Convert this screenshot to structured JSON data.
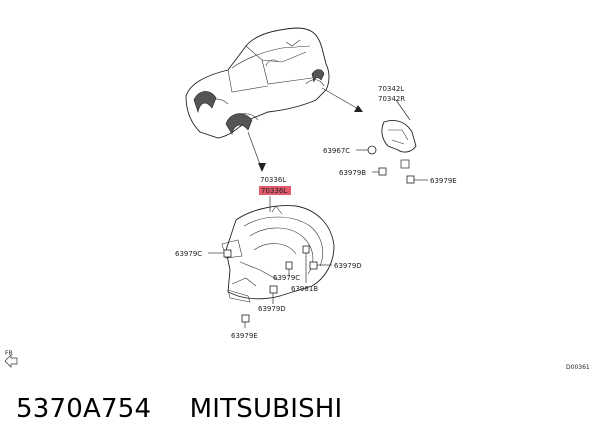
{
  "callouts": {
    "c70342L": "70342L",
    "c70342R": "70342R",
    "c63967C": "63967C",
    "c63979B": "63979B",
    "c63979E_r": "63979E",
    "c70336L": "70336L",
    "c70336L_hl": "70336L",
    "c63979C_l": "63979C",
    "c63979D_r": "63979D",
    "c63979C_m": "63979C",
    "c63981B": "63981B",
    "c63979D_b": "63979D",
    "c63979E_b": "63979E"
  },
  "fr_label": "FR",
  "diagram_id": "D00361",
  "caption": {
    "part_number": "5370A754",
    "brand": "MITSUBISHI"
  },
  "colors": {
    "highlight": "#e05a6a"
  }
}
